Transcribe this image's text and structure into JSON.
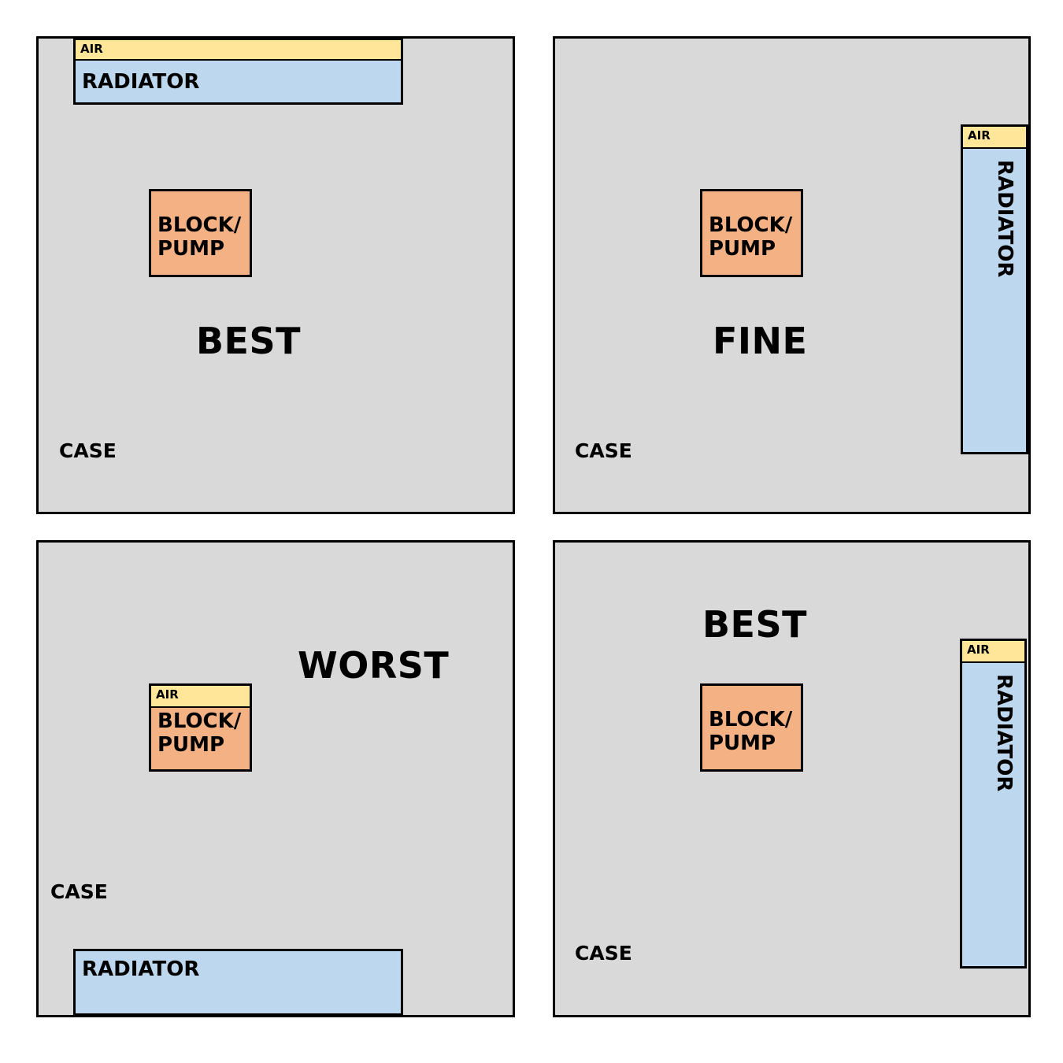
{
  "panels": [
    {
      "rating": "BEST",
      "case": "CASE",
      "radiator": {
        "label": "RADIATOR",
        "air": "AIR"
      },
      "block": {
        "label": "BLOCK/\nPUMP"
      }
    },
    {
      "rating": "FINE",
      "case": "CASE",
      "radiator": {
        "label": "RADIATOR",
        "air": "AIR"
      },
      "block": {
        "label": "BLOCK/\nPUMP"
      }
    },
    {
      "rating": "WORST",
      "case": "CASE",
      "radiator": {
        "label": "RADIATOR"
      },
      "block": {
        "label": "BLOCK/\nPUMP",
        "air": "AIR"
      }
    },
    {
      "rating": "BEST",
      "case": "CASE",
      "radiator": {
        "label": "RADIATOR",
        "air": "AIR"
      },
      "block": {
        "label": "BLOCK/\nPUMP"
      }
    }
  ],
  "colors": {
    "case": "#d9d9d9",
    "radiator": "#bdd7ee",
    "block": "#f4b183",
    "air": "#ffe699",
    "outline": "#000000"
  }
}
